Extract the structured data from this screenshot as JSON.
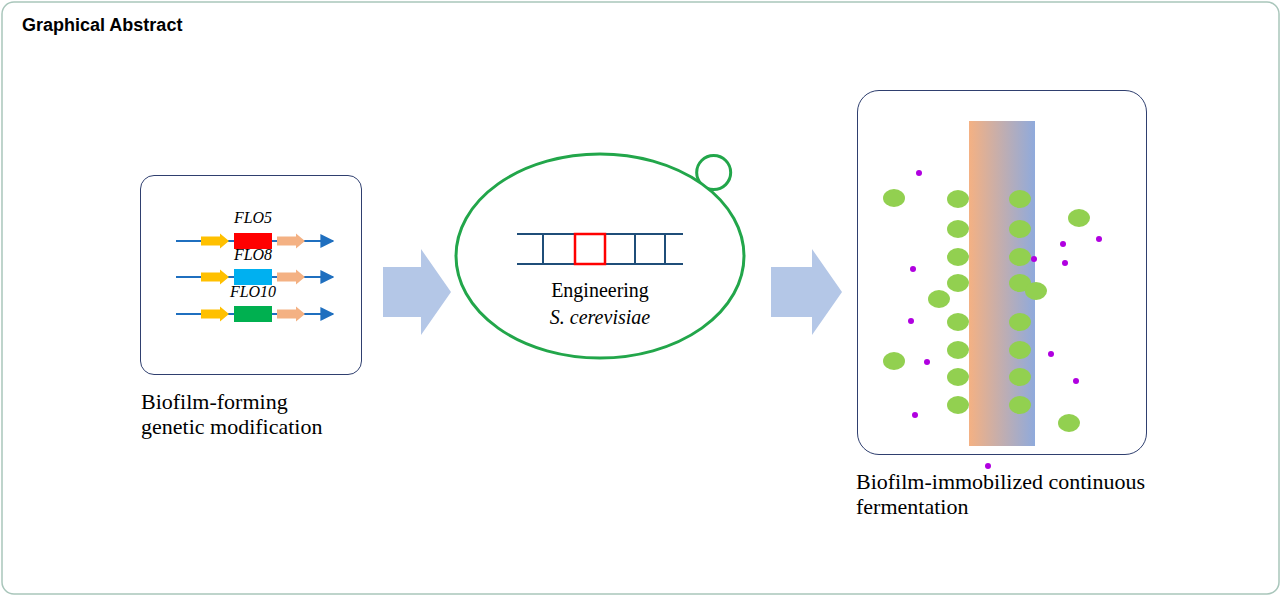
{
  "diagram": {
    "title": "Graphical Abstract",
    "nodes": [
      {
        "text": [
          "FLO5",
          "FLO8",
          "FLO10",
          "Biofilm-forming genetic modification"
        ]
      },
      {
        "text": [
          "Engineering",
          "S. cerevisiae"
        ]
      },
      {
        "text": [
          "Biofilm-immobilized continuous fermentation"
        ]
      }
    ],
    "edges": [
      {
        "from": 0,
        "to": 1,
        "arrow": "to"
      },
      {
        "from": 1,
        "to": 2,
        "arrow": "to"
      }
    ]
  }
}
